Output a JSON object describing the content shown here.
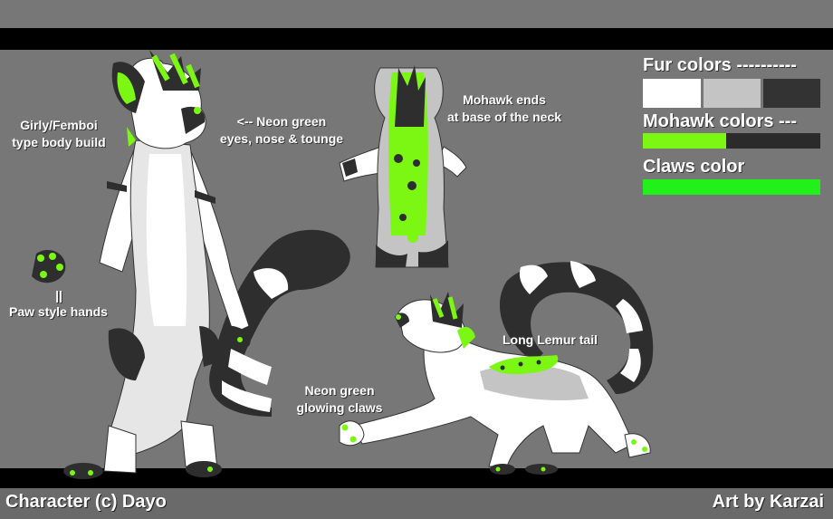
{
  "labels": {
    "body_build": "Girly/Femboi\ntype body build",
    "eyes": "<-- Neon green\neyes, nose & tounge",
    "mohawk_ends": "Mohawk ends\nat base of the neck",
    "paws_marker": "||",
    "paws": "Paw style hands",
    "claws": "Neon green\nglowing claws",
    "tail": "Long Lemur tail"
  },
  "palette": {
    "fur_heading": "Fur colors ----------",
    "mohawk_heading": "Mohawk colors ---",
    "claws_heading": "Claws color",
    "fur": [
      "#ffffff",
      "#c4c4c4",
      "#333333"
    ],
    "mohawk": [
      "#7cf714",
      "#2b2b2b"
    ],
    "claws": "#22f01a"
  },
  "footer": {
    "character": "Character (c) Dayo",
    "artist": "Art by Karzai"
  }
}
